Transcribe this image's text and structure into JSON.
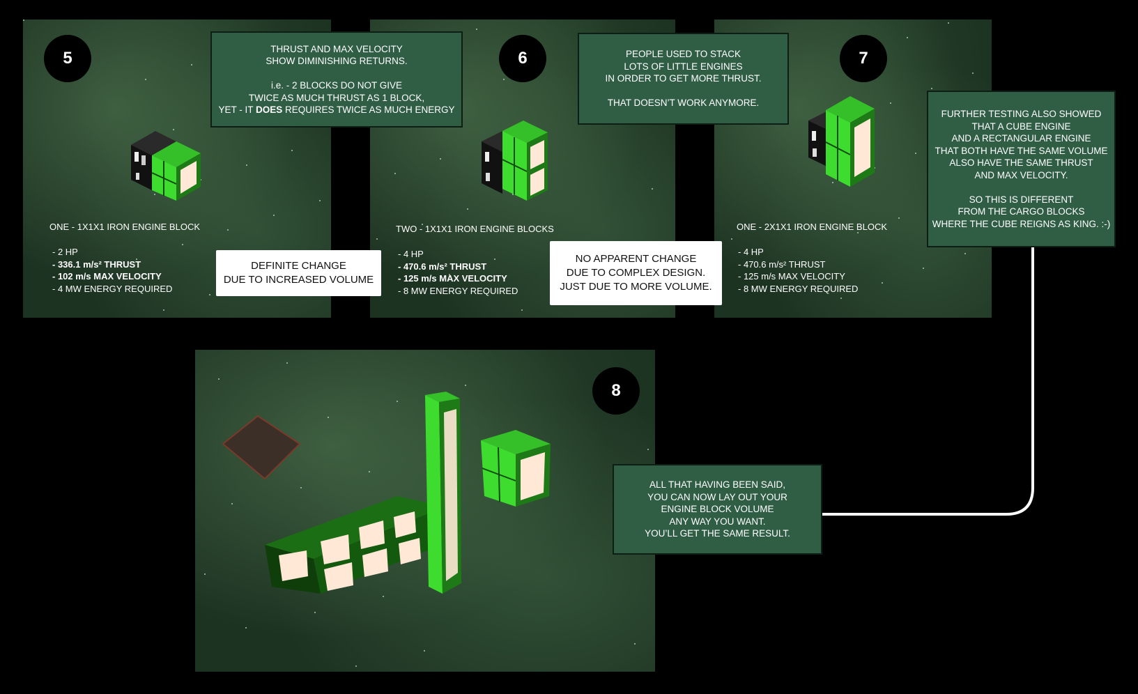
{
  "panel5": {
    "badge": "5",
    "caption": "ONE - 1X1X1  IRON ENGINE BLOCK",
    "stats": [
      "- 2 HP",
      "- 336.1 m/s² THRUST",
      "- 102 m/s  MAX VELOCITY",
      "- 4 MW ENERGY REQUIRED"
    ],
    "note": [
      "THRUST AND MAX VELOCITY",
      "SHOW DIMINISHING RETURNS.",
      "",
      "i.e. - 2 BLOCKS DO NOT GIVE",
      "TWICE AS MUCH THRUST AS 1 BLOCK,"
    ],
    "note_last_pre": "YET - IT ",
    "note_last_bold": "DOES",
    "note_last_post": " REQUIRES TWICE AS MUCH ENERGY",
    "white_note": [
      "DEFINITE CHANGE",
      "DUE TO INCREASED  VOLUME"
    ]
  },
  "panel6": {
    "badge": "6",
    "caption": "TWO - 1X1X1  IRON ENGINE BLOCKS",
    "stats": [
      "- 4 HP",
      "- 470.6 m/s² THRUST",
      "- 125 m/s  MAX VELOCITY",
      "- 8 MW ENERGY REQUIRED"
    ],
    "note": [
      "PEOPLE USED TO STACK",
      "LOTS OF LITTLE ENGINES",
      "IN ORDER TO GET MORE THRUST.",
      "",
      "THAT DOESN’T WORK ANYMORE."
    ],
    "white_note": [
      "NO APPARENT CHANGE",
      "DUE TO COMPLEX DESIGN.",
      "JUST DUE TO MORE VOLUME."
    ]
  },
  "panel7": {
    "badge": "7",
    "caption": "ONE - 2X1X1  IRON ENGINE BLOCK",
    "stats": [
      "- 4 HP",
      "- 470.6 m/s² THRUST",
      "- 125 m/s  MAX VELOCITY",
      "- 8 MW ENERGY REQUIRED"
    ],
    "note": [
      "FURTHER TESTING ALSO SHOWED",
      "THAT A CUBE ENGINE",
      "AND A RECTANGULAR ENGINE",
      "THAT BOTH HAVE THE SAME VOLUME",
      "ALSO HAVE THE SAME THRUST",
      "AND MAX VELOCITY.",
      "",
      "SO THIS IS DIFFERENT",
      "FROM THE CARGO BLOCKS",
      "WHERE THE CUBE REIGNS AS KING.  :-)"
    ]
  },
  "panel8": {
    "badge": "8",
    "note": [
      "ALL THAT HAVING BEEN SAID,",
      "YOU CAN NOW LAY OUT YOUR",
      "ENGINE BLOCK VOLUME",
      "ANY WAY YOU WANT.",
      "YOU’LL GET THE SAME RESULT."
    ]
  },
  "colors": {
    "note_green": "#2f5e45",
    "engine_green": "#3ddc2f",
    "engine_glow": "#ffe9d6",
    "connector": "#ffffff"
  }
}
